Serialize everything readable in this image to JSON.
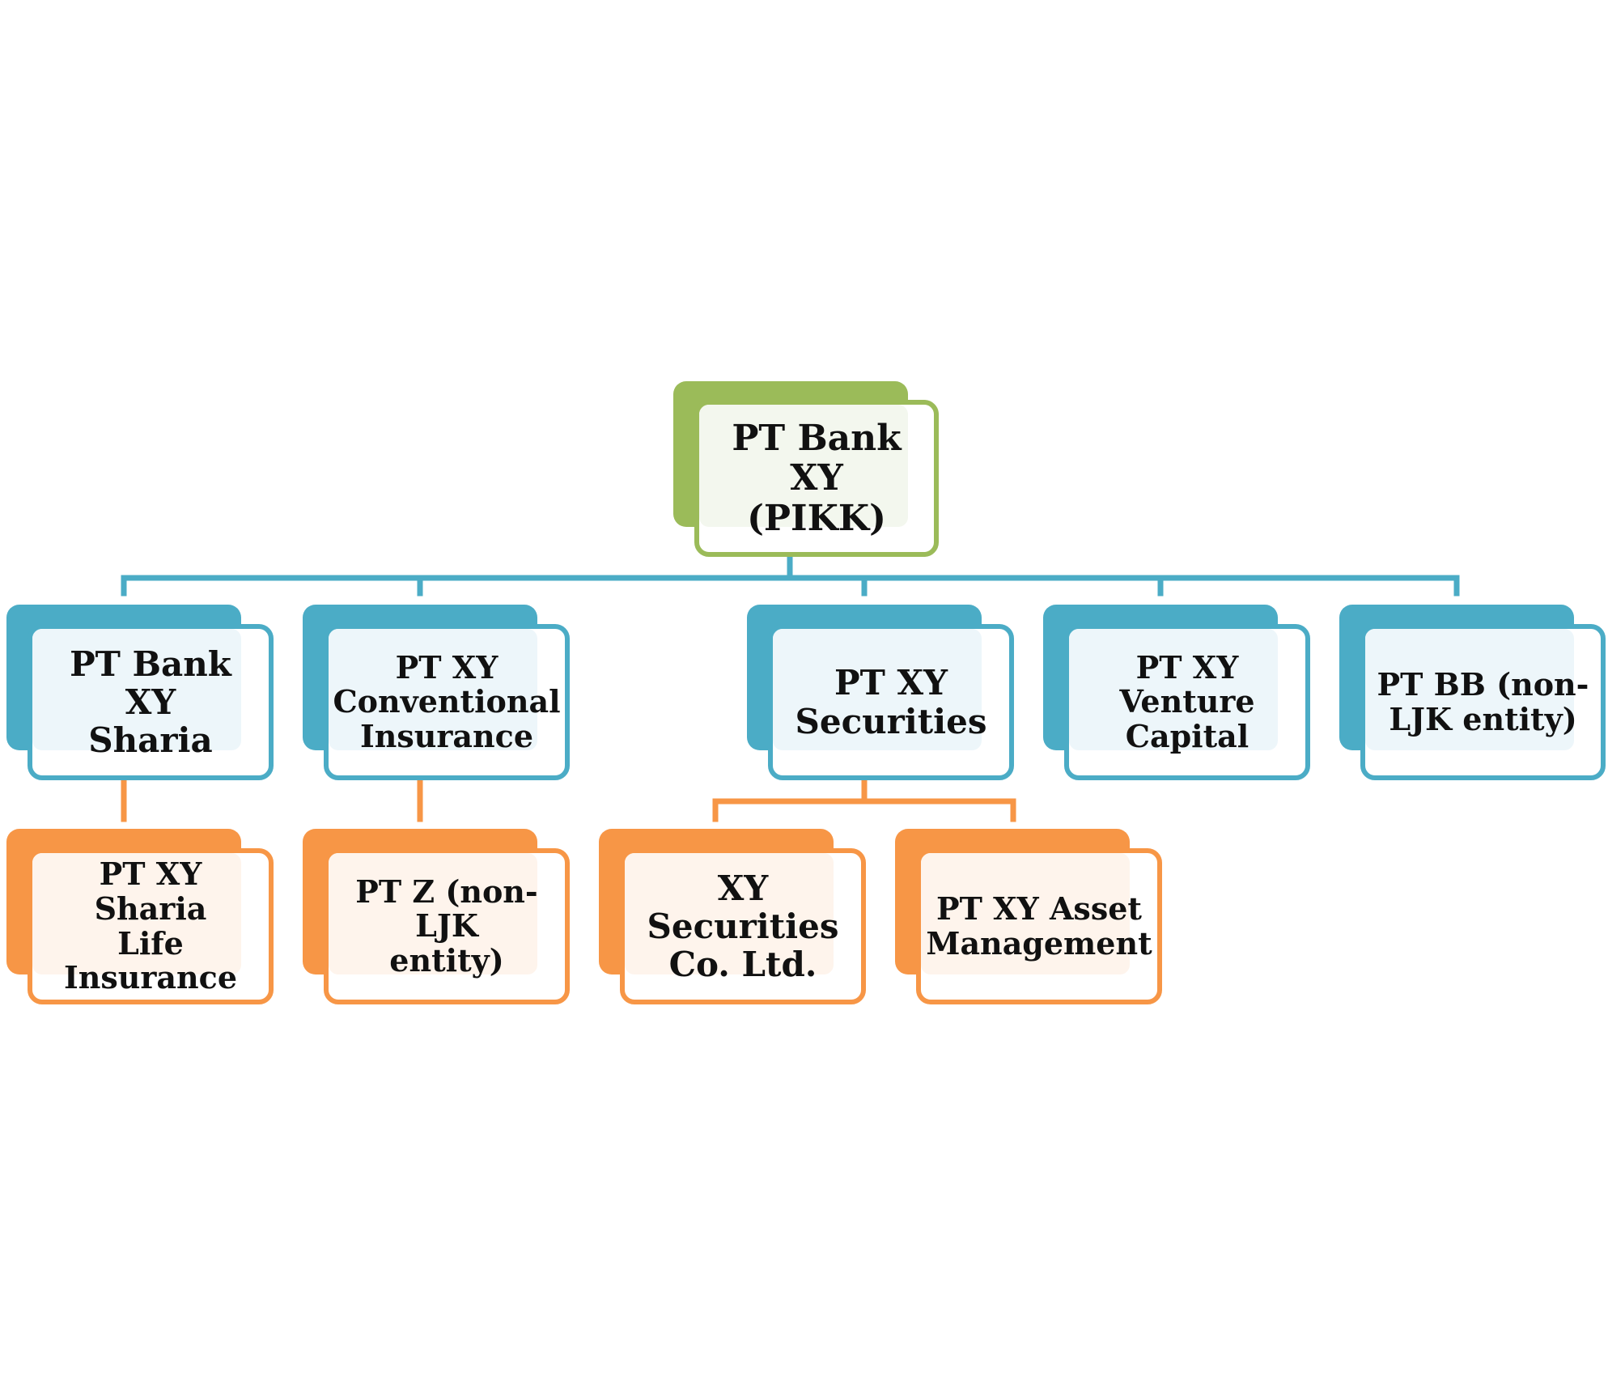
{
  "colors": {
    "root": "#9bbb59",
    "root_fill": "#f3f7ee",
    "level1": "#4bacc6",
    "level1_fill": "#edf6fa",
    "level2": "#f79646",
    "level2_fill": "#fef4ec"
  },
  "org": {
    "root": {
      "label": "PT Bank XY\n(PIKK)"
    },
    "subsidiaries": [
      {
        "label": "PT Bank XY\nSharia",
        "children": [
          {
            "label": "PT XY Sharia\nLife\nInsurance"
          }
        ]
      },
      {
        "label": "PT XY\nConventional\nInsurance",
        "children": [
          {
            "label": "PT Z (non-LJK\nentity)"
          }
        ]
      },
      {
        "label": "PT XY\nSecurities",
        "children": [
          {
            "label": "XY\nSecurities\nCo. Ltd."
          },
          {
            "label": "PT XY Asset\nManagement"
          }
        ]
      },
      {
        "label": "PT XY\nVenture\nCapital",
        "children": []
      },
      {
        "label": "PT BB (non-\nLJK entity)",
        "children": []
      }
    ]
  }
}
